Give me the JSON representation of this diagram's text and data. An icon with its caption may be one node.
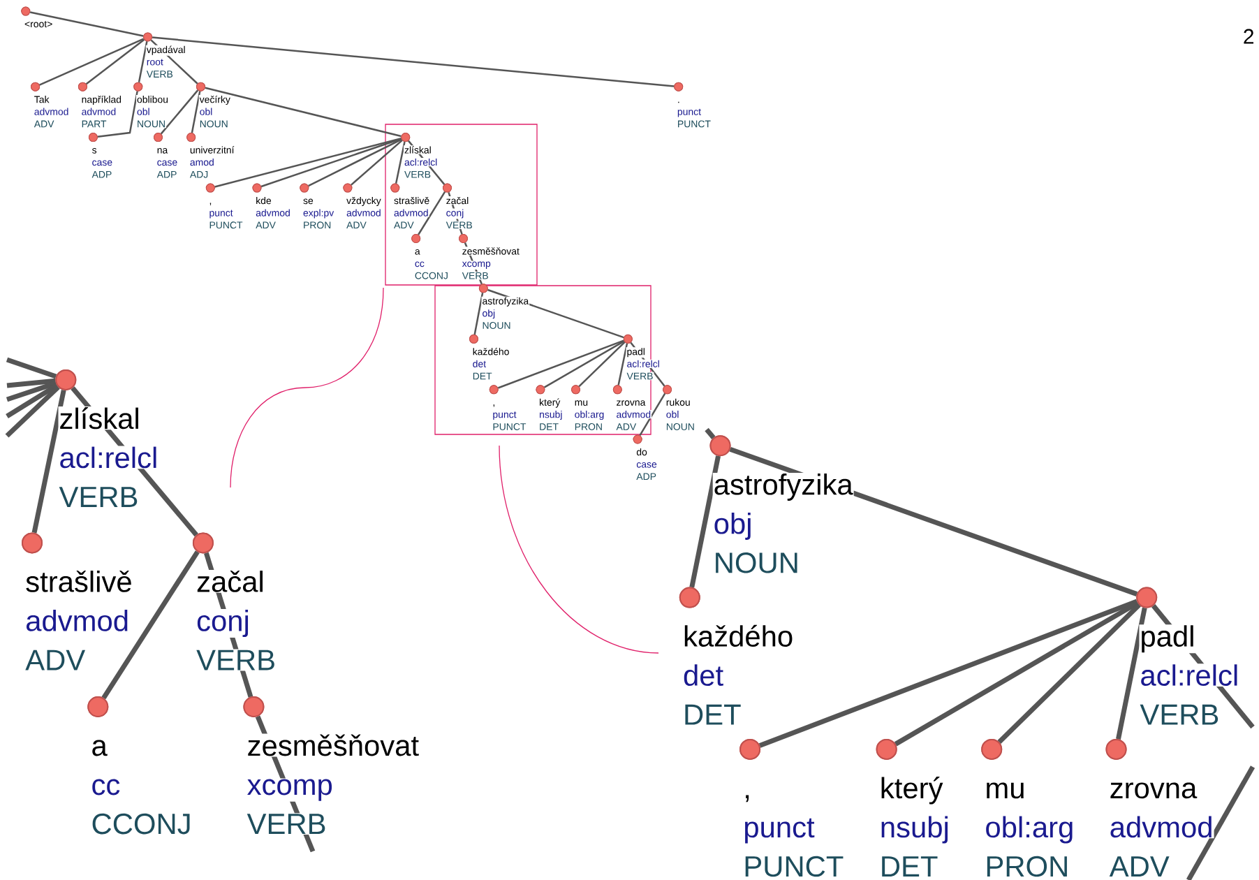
{
  "diagram": {
    "nodes": [
      {
        "text": [
          "<root>"
        ]
      },
      {
        "text": [
          "vpadával",
          "root",
          "VERB"
        ]
      },
      {
        "text": [
          "Tak",
          "advmod",
          "ADV"
        ]
      },
      {
        "text": [
          "například",
          "advmod",
          "PART"
        ]
      },
      {
        "text": [
          "oblibou",
          "obl",
          "NOUN"
        ]
      },
      {
        "text": [
          "večírky",
          "obl",
          "NOUN"
        ]
      },
      {
        "text": [
          ".",
          "punct",
          "PUNCT"
        ]
      },
      {
        "text": [
          "s",
          "case",
          "ADP"
        ]
      },
      {
        "text": [
          "na",
          "case",
          "ADP"
        ]
      },
      {
        "text": [
          "univerzitní",
          "amod",
          "ADJ"
        ]
      },
      {
        "text": [
          "zlískal",
          "acl:relcl",
          "VERB"
        ]
      },
      {
        "text": [
          ",",
          "punct",
          "PUNCT"
        ]
      },
      {
        "text": [
          "kde",
          "advmod",
          "ADV"
        ]
      },
      {
        "text": [
          "se",
          "expl:pv",
          "PRON"
        ]
      },
      {
        "text": [
          "vždycky",
          "advmod",
          "ADV"
        ]
      },
      {
        "text": [
          "strašlivě",
          "advmod",
          "ADV"
        ]
      },
      {
        "text": [
          "začal",
          "conj",
          "VERB"
        ]
      },
      {
        "text": [
          "a",
          "cc",
          "CCONJ"
        ]
      },
      {
        "text": [
          "zesměšňovat",
          "xcomp",
          "VERB"
        ]
      },
      {
        "text": [
          "astrofyzika",
          "obj",
          "NOUN"
        ]
      },
      {
        "text": [
          "každého",
          "det",
          "DET"
        ]
      },
      {
        "text": [
          "padl",
          "acl:relcl",
          "VERB"
        ]
      },
      {
        "text": [
          ",",
          "punct",
          "PUNCT"
        ]
      },
      {
        "text": [
          "který",
          "nsubj",
          "DET"
        ]
      },
      {
        "text": [
          "mu",
          "obl:arg",
          "PRON"
        ]
      },
      {
        "text": [
          "zrovna",
          "advmod",
          "ADV"
        ]
      },
      {
        "text": [
          "rukou",
          "obl",
          "NOUN"
        ]
      },
      {
        "text": [
          "do",
          "case",
          "ADP"
        ]
      },
      {
        "text": [
          "zlískal",
          "acl:relcl",
          "VERB"
        ]
      },
      {
        "text": [
          "strašlivě",
          "advmod",
          "ADV"
        ]
      },
      {
        "text": [
          "začal",
          "conj",
          "VERB"
        ]
      },
      {
        "text": [
          "a",
          "cc",
          "CCONJ"
        ]
      },
      {
        "text": [
          "zesměšňovat",
          "xcomp",
          "VERB"
        ]
      },
      {
        "text": [
          "astrofyzika",
          "obj",
          "NOUN"
        ]
      },
      {
        "text": [
          "každého",
          "det",
          "DET"
        ]
      },
      {
        "text": [
          "padl",
          "acl:relcl",
          "VERB"
        ]
      },
      {
        "text": [
          ",",
          "punct",
          "PUNCT"
        ]
      },
      {
        "text": [
          "který",
          "nsubj",
          "DET"
        ]
      },
      {
        "text": [
          "mu",
          "obl:arg",
          "PRON"
        ]
      },
      {
        "text": [
          "zrovna",
          "advmod",
          "ADV"
        ]
      }
    ],
    "edges": [
      {
        "from": 0,
        "to": 1,
        "arrow": "none"
      },
      {
        "from": 1,
        "to": 2,
        "arrow": "none"
      },
      {
        "from": 1,
        "to": 3,
        "arrow": "none"
      },
      {
        "from": 1,
        "to": 4,
        "arrow": "none"
      },
      {
        "from": 1,
        "to": 5,
        "arrow": "none"
      },
      {
        "from": 1,
        "to": 6,
        "arrow": "none"
      },
      {
        "from": 4,
        "to": 7,
        "arrow": "none"
      },
      {
        "from": 5,
        "to": 8,
        "arrow": "none"
      },
      {
        "from": 5,
        "to": 9,
        "arrow": "none"
      },
      {
        "from": 5,
        "to": 10,
        "arrow": "none"
      },
      {
        "from": 10,
        "to": 11,
        "arrow": "none"
      },
      {
        "from": 10,
        "to": 12,
        "arrow": "none"
      },
      {
        "from": 10,
        "to": 13,
        "arrow": "none"
      },
      {
        "from": 10,
        "to": 14,
        "arrow": "none"
      },
      {
        "from": 10,
        "to": 15,
        "arrow": "none"
      },
      {
        "from": 10,
        "to": 16,
        "arrow": "none"
      },
      {
        "from": 16,
        "to": 17,
        "arrow": "none"
      },
      {
        "from": 16,
        "to": 18,
        "arrow": "none"
      },
      {
        "from": 18,
        "to": 19,
        "arrow": "none"
      },
      {
        "from": 19,
        "to": 20,
        "arrow": "none"
      },
      {
        "from": 19,
        "to": 21,
        "arrow": "none"
      },
      {
        "from": 21,
        "to": 22,
        "arrow": "none"
      },
      {
        "from": 21,
        "to": 23,
        "arrow": "none"
      },
      {
        "from": 21,
        "to": 24,
        "arrow": "none"
      },
      {
        "from": 21,
        "to": 25,
        "arrow": "none"
      },
      {
        "from": 21,
        "to": 26,
        "arrow": "none"
      },
      {
        "from": 26,
        "to": 27,
        "arrow": "none"
      },
      {
        "from": null,
        "to": 28,
        "arrow": "none",
        "style": "thick"
      },
      {
        "from": 28,
        "to": null,
        "arrow": "none",
        "style": "thick"
      },
      {
        "from": 28,
        "to": null,
        "arrow": "none",
        "style": "thick"
      },
      {
        "from": 28,
        "to": null,
        "arrow": "none",
        "style": "thick"
      },
      {
        "from": 28,
        "to": null,
        "arrow": "none",
        "style": "thick"
      },
      {
        "from": 28,
        "to": 29,
        "arrow": "none",
        "style": "thick"
      },
      {
        "from": 28,
        "to": 30,
        "arrow": "none",
        "style": "thick"
      },
      {
        "from": 30,
        "to": 31,
        "arrow": "none",
        "style": "thick"
      },
      {
        "from": 30,
        "to": 32,
        "arrow": "none",
        "style": "thick"
      },
      {
        "from": 32,
        "to": null,
        "arrow": "none",
        "style": "thick"
      },
      {
        "from": null,
        "to": 33,
        "arrow": "none",
        "style": "thick"
      },
      {
        "from": 33,
        "to": 34,
        "arrow": "none",
        "style": "thick"
      },
      {
        "from": 33,
        "to": 35,
        "arrow": "none",
        "style": "thick"
      },
      {
        "from": 35,
        "to": 36,
        "arrow": "none",
        "style": "thick"
      },
      {
        "from": 35,
        "to": 37,
        "arrow": "none",
        "style": "thick"
      },
      {
        "from": 35,
        "to": 38,
        "arrow": "none",
        "style": "thick"
      },
      {
        "from": 35,
        "to": 39,
        "arrow": "none",
        "style": "thick"
      },
      {
        "from": 35,
        "to": null,
        "arrow": "none",
        "style": "thick"
      }
    ],
    "labels": [
      "2"
    ]
  }
}
